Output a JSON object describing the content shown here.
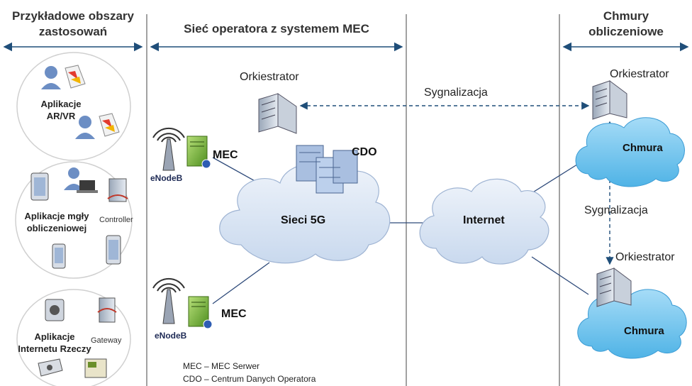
{
  "headers": {
    "left": "Przykładowe obszary zastosowań",
    "center": "Sieć operatora z systemem MEC",
    "right": "Chmury obliczeniowe"
  },
  "applications": {
    "arvr": "Aplikacje AR/VR",
    "fog": "Aplikacje mgły obliczeniowej",
    "controller": "Controller",
    "iot": "Aplikacje Internetu Rzeczy",
    "gateway": "Gateway"
  },
  "operator": {
    "orchestrator": "Orkiestrator",
    "enodeb_top": "eNodeB",
    "enodeb_bottom": "eNodeB",
    "mec_top": "MEC",
    "mec_bottom": "MEC",
    "cdo": "CDO",
    "network": "Sieci 5G"
  },
  "internet": "Internet",
  "signaling_top": "Sygnalizacja",
  "signaling_right": "Sygnalizacja",
  "clouds": {
    "orchestrator_top": "Orkiestrator",
    "orchestrator_bottom": "Orkiestrator",
    "cloud_top": "Chmura",
    "cloud_bottom": "Chmura"
  },
  "legend": {
    "line1": "MEC – MEC Serwer",
    "line2": "CDO – Centrum Danych Operatora"
  },
  "colors": {
    "arrow": "#1f4e79",
    "cloud_fill": "#dbe7f5",
    "cloud_right_fill": "#7fc8ee",
    "line": "#2e4a7a",
    "ellipse": "#d0d0d0"
  }
}
